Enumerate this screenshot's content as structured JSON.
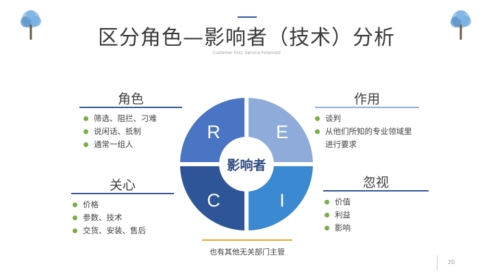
{
  "slide": {
    "title": "区分角色—影响者（技术）分析",
    "subtitle": "Customer First, Service Foremost",
    "page_number": "20",
    "footer_note": "也有其他无关部门主管"
  },
  "center_label": "影响者",
  "quadrants": {
    "r": "R",
    "e": "E",
    "c": "C",
    "i": "I"
  },
  "sections": {
    "role": {
      "heading": "角色",
      "items": [
        "筛选、阻拦、刁难",
        "说闲话、抵制",
        "通常一组人"
      ]
    },
    "function": {
      "heading": "作用",
      "items": [
        "谈判",
        "从他们所知的专业领域里",
        "进行要求"
      ]
    },
    "concern": {
      "heading": "关心",
      "items": [
        "价格",
        "参数、技术",
        "交货、安装、售后"
      ]
    },
    "ignore": {
      "heading": "忽视",
      "items": [
        "价值",
        "利益",
        "影响"
      ]
    }
  },
  "colors": {
    "bullet": "#77b041",
    "quadrant_r": "#4a74c4",
    "quadrant_e": "#8eabd9",
    "quadrant_c": "#2e5597",
    "quadrant_i": "#3a89d1",
    "rule_dark": "#2f5597",
    "rule_light": "#8eaadb",
    "rule_accent": "#e8a52a"
  }
}
